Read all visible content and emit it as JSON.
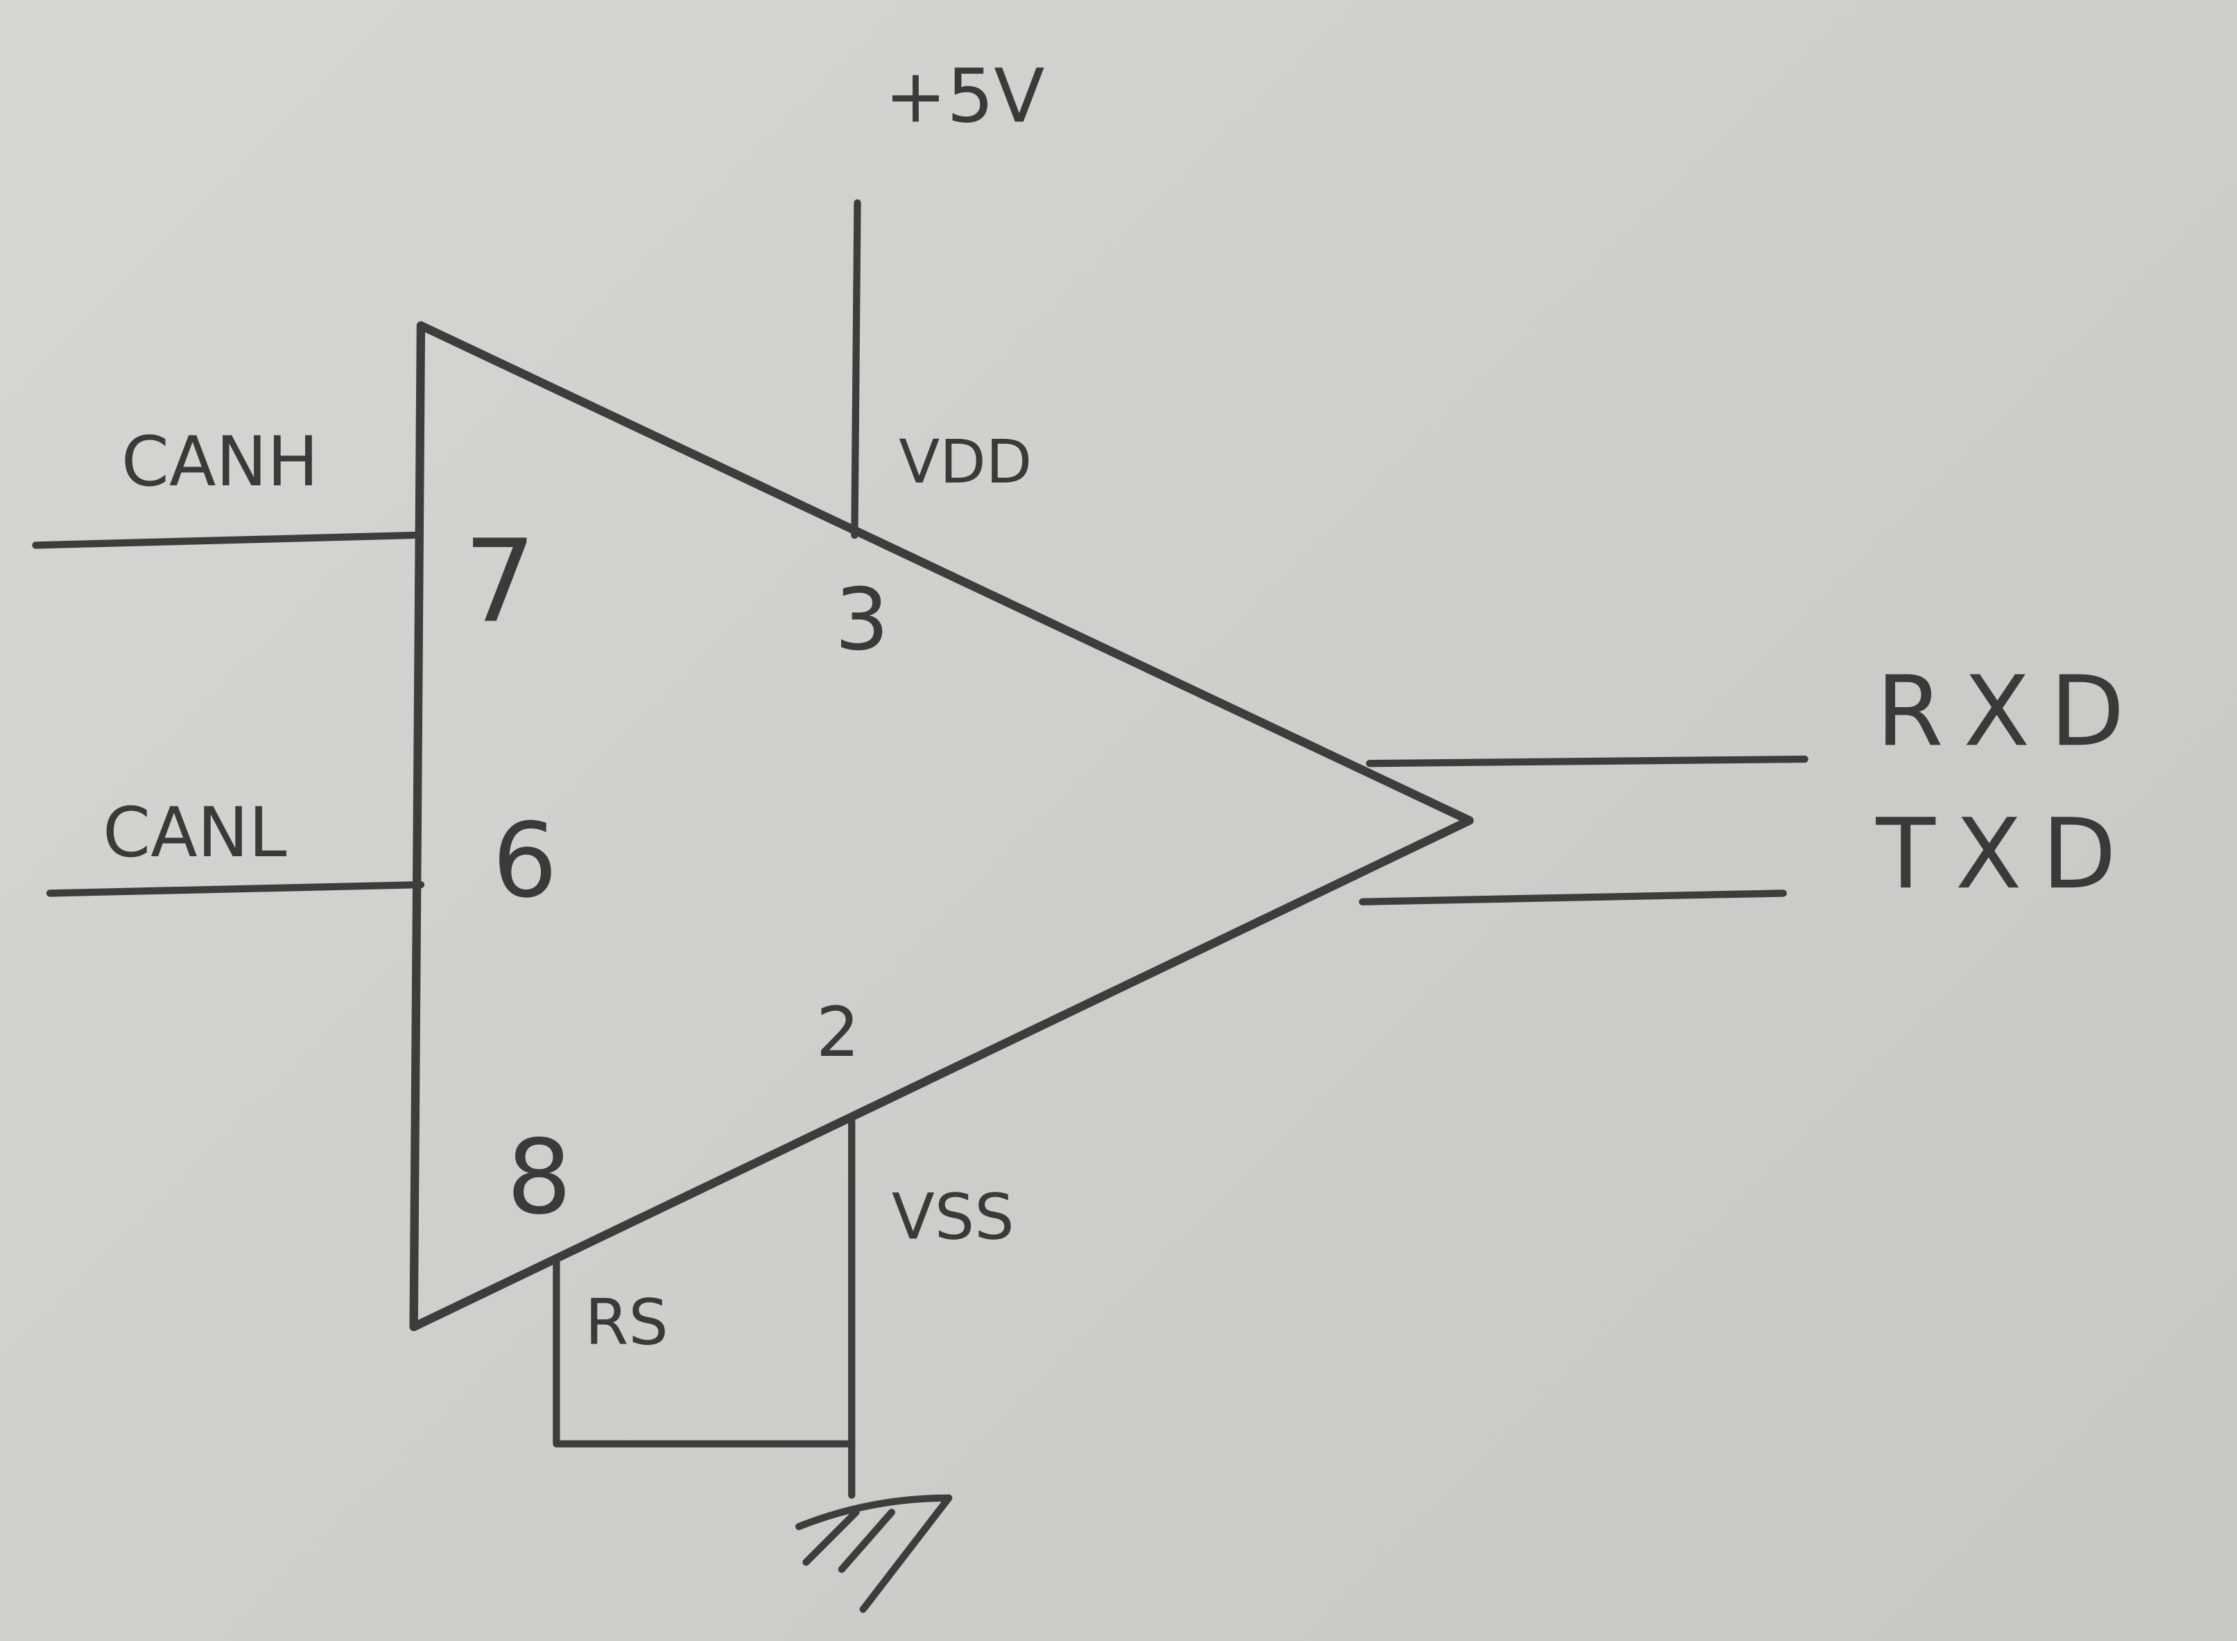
{
  "supply_label": "+5V",
  "pins": {
    "vdd": {
      "name": "VDD",
      "number": "3"
    },
    "vss": {
      "name": "VSS",
      "number": "2"
    },
    "canh": {
      "name": "CANH",
      "number": "7"
    },
    "canl": {
      "name": "CANL",
      "number": "6"
    },
    "rs": {
      "name": "RS",
      "number": "8"
    }
  },
  "outputs": {
    "rxd": "RXD",
    "txd": "TXD"
  }
}
